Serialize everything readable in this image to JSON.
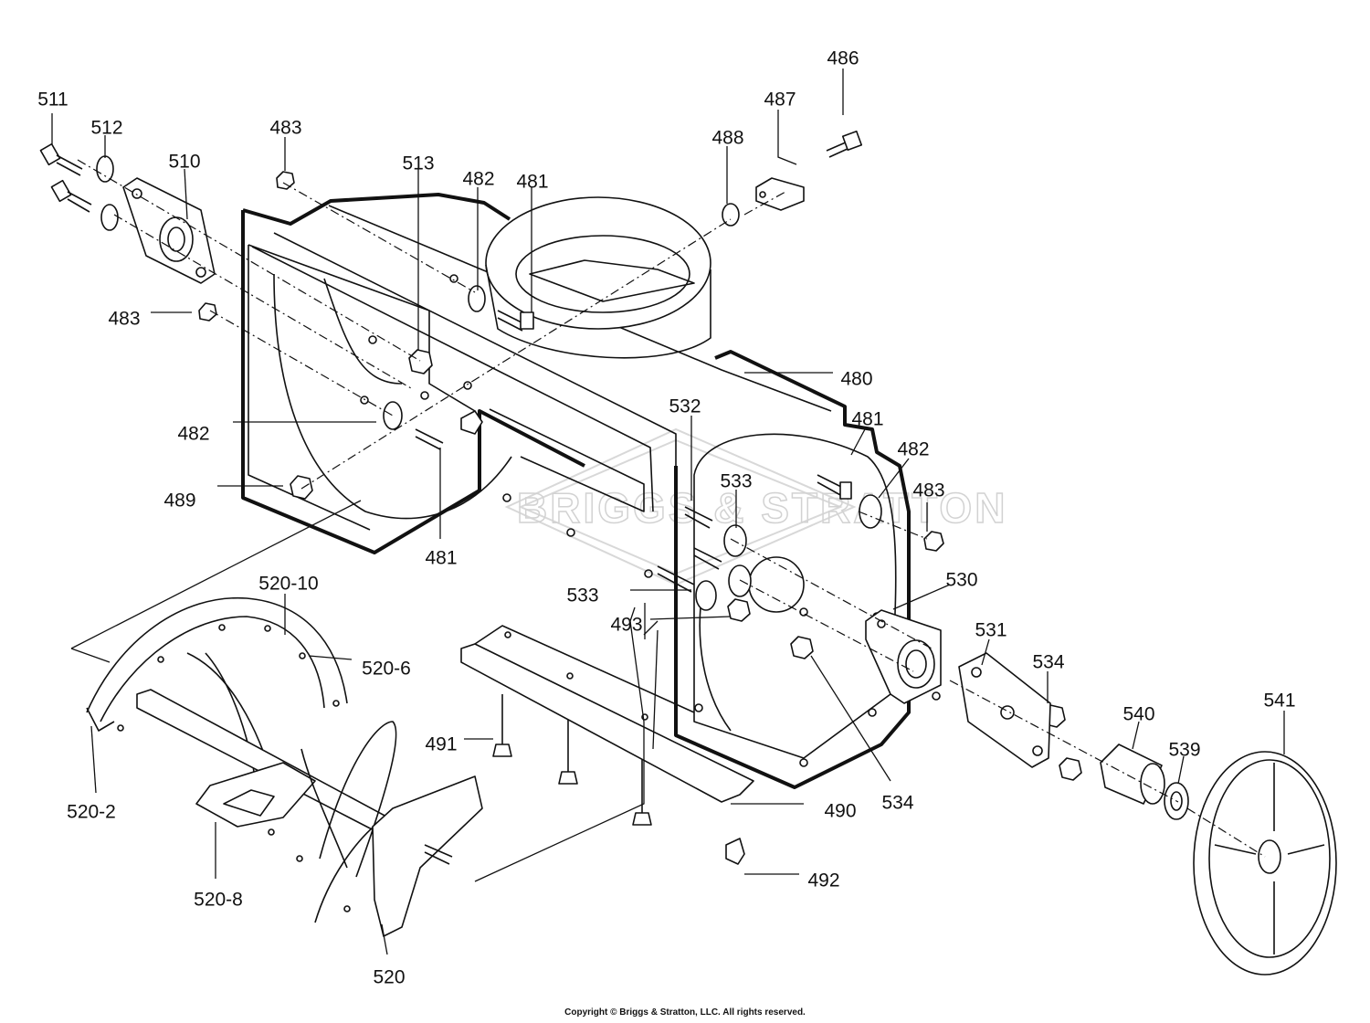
{
  "watermark": {
    "text": "BRIGGS & STRATTON"
  },
  "copyright": "Copyright © Briggs & Stratton, LLC. All rights reserved.",
  "callouts": [
    {
      "id": "c511",
      "label": "511"
    },
    {
      "id": "c512",
      "label": "512"
    },
    {
      "id": "c510",
      "label": "510"
    },
    {
      "id": "c483a",
      "label": "483"
    },
    {
      "id": "c513",
      "label": "513"
    },
    {
      "id": "c482a",
      "label": "482"
    },
    {
      "id": "c481a",
      "label": "481"
    },
    {
      "id": "c488",
      "label": "488"
    },
    {
      "id": "c487",
      "label": "487"
    },
    {
      "id": "c486",
      "label": "486"
    },
    {
      "id": "c483b",
      "label": "483"
    },
    {
      "id": "c480",
      "label": "480"
    },
    {
      "id": "c532",
      "label": "532"
    },
    {
      "id": "c481b",
      "label": "481"
    },
    {
      "id": "c482b",
      "label": "482"
    },
    {
      "id": "c482c",
      "label": "482"
    },
    {
      "id": "c533a",
      "label": "533"
    },
    {
      "id": "c483c",
      "label": "483"
    },
    {
      "id": "c489",
      "label": "489"
    },
    {
      "id": "c481c",
      "label": "481"
    },
    {
      "id": "c520-10",
      "label": "520-10"
    },
    {
      "id": "c530",
      "label": "530"
    },
    {
      "id": "c533b",
      "label": "533"
    },
    {
      "id": "c520-6",
      "label": "520-6"
    },
    {
      "id": "c493",
      "label": "493"
    },
    {
      "id": "c531",
      "label": "531"
    },
    {
      "id": "c534a",
      "label": "534"
    },
    {
      "id": "c540",
      "label": "540"
    },
    {
      "id": "c541",
      "label": "541"
    },
    {
      "id": "c491",
      "label": "491"
    },
    {
      "id": "c539",
      "label": "539"
    },
    {
      "id": "c534b",
      "label": "534"
    },
    {
      "id": "c520-2",
      "label": "520-2"
    },
    {
      "id": "c490",
      "label": "490"
    },
    {
      "id": "c520-8",
      "label": "520-8"
    },
    {
      "id": "c492",
      "label": "492"
    },
    {
      "id": "c520",
      "label": "520"
    }
  ]
}
